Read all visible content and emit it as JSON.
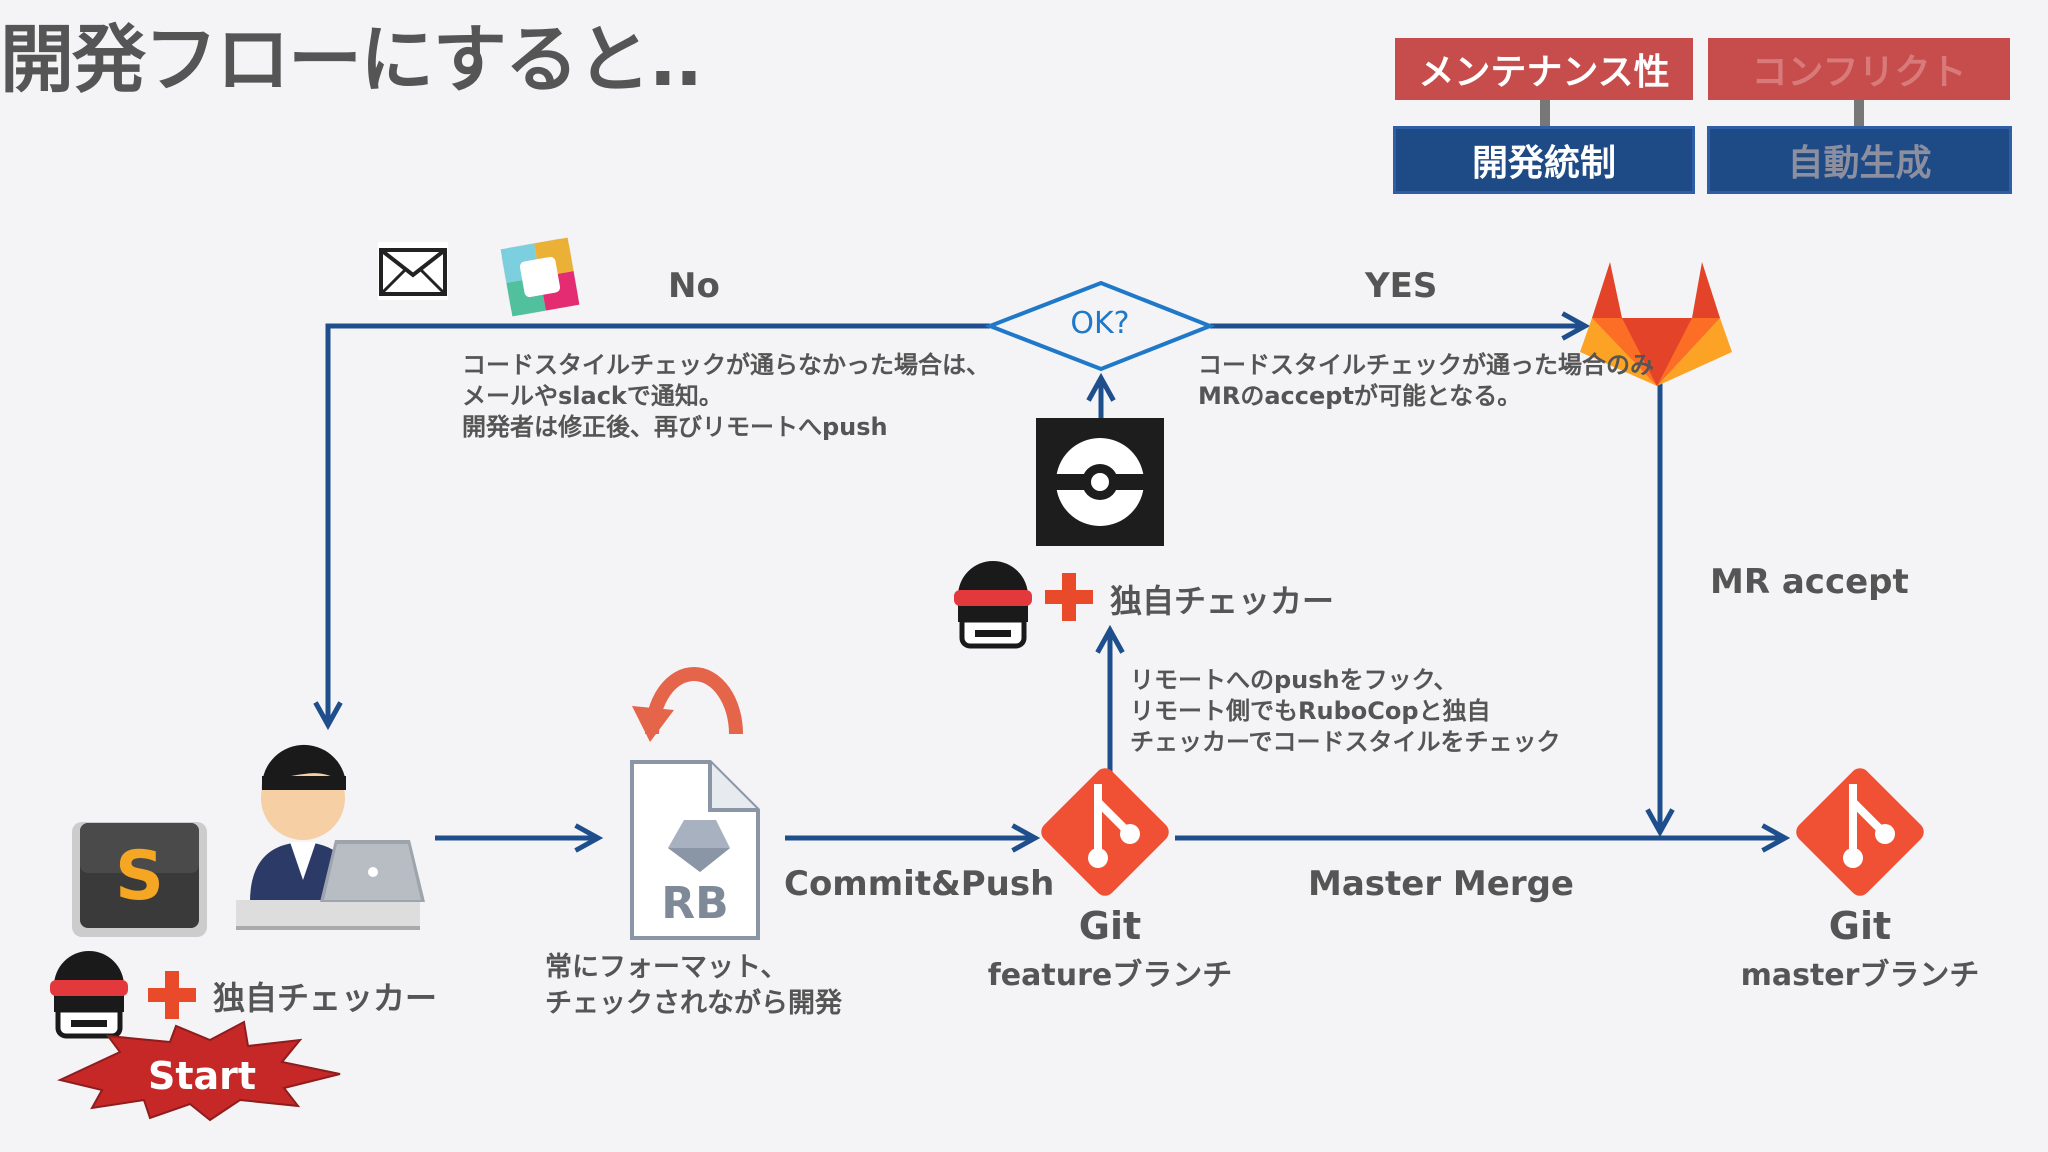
{
  "title": "開発フローにすると..",
  "tags": {
    "maintainability": "メンテナンス性",
    "conflict": "コンフリクト",
    "dev_control": "開発統制",
    "auto_gen": "自動生成"
  },
  "flow": {
    "no_label": "No",
    "yes_label": "YES",
    "decision": "OK?",
    "no_note": "コードスタイルチェックが通らなかった場合は、\nメールやslackで通知。\n開発者は修正後、再びリモートへpush",
    "yes_note": "コードスタイルチェックが通った場合のみ\nMRのacceptが可能となる。",
    "mr_accept": "MR accept",
    "custom_checker_top": "独自チェッカー",
    "hook_note": "リモートへのpushをフック、\nリモート側でもRuboCopと独自\nチェッカーでコードスタイルをチェック",
    "custom_checker_bottom": "独自チェッカー",
    "start": "Start",
    "rb_label": "RB",
    "format_note": "常にフォーマット、\nチェックされながら開発",
    "commit_push": "Commit&Push",
    "git_feature": "Git",
    "feature_branch": "featureブランチ",
    "master_merge": "Master Merge",
    "git_master": "Git",
    "master_branch": "masterブランチ",
    "sublime_letter": "S",
    "slack_letter": "S"
  },
  "colors": {
    "arrow": "#1f4e8c",
    "tag_red": "#c74d4d",
    "tag_blue": "#1e4a86",
    "git_orange": "#f05033",
    "plus_red": "#e84a2a"
  }
}
